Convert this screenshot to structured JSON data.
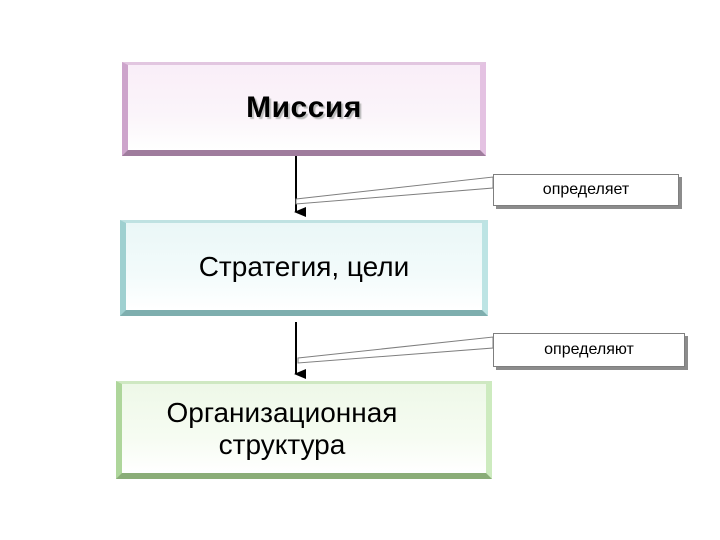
{
  "boxes": {
    "mission": "Миссия",
    "strategy": "Стратегия, цели",
    "structure_line1": "Организационная",
    "structure_line2": "структура"
  },
  "callouts": {
    "first": "определяет",
    "second": "определяют"
  },
  "colors": {
    "mission_border": "#cda4cb",
    "strategy_border": "#9fd0d0",
    "structure_border": "#aed69b"
  }
}
